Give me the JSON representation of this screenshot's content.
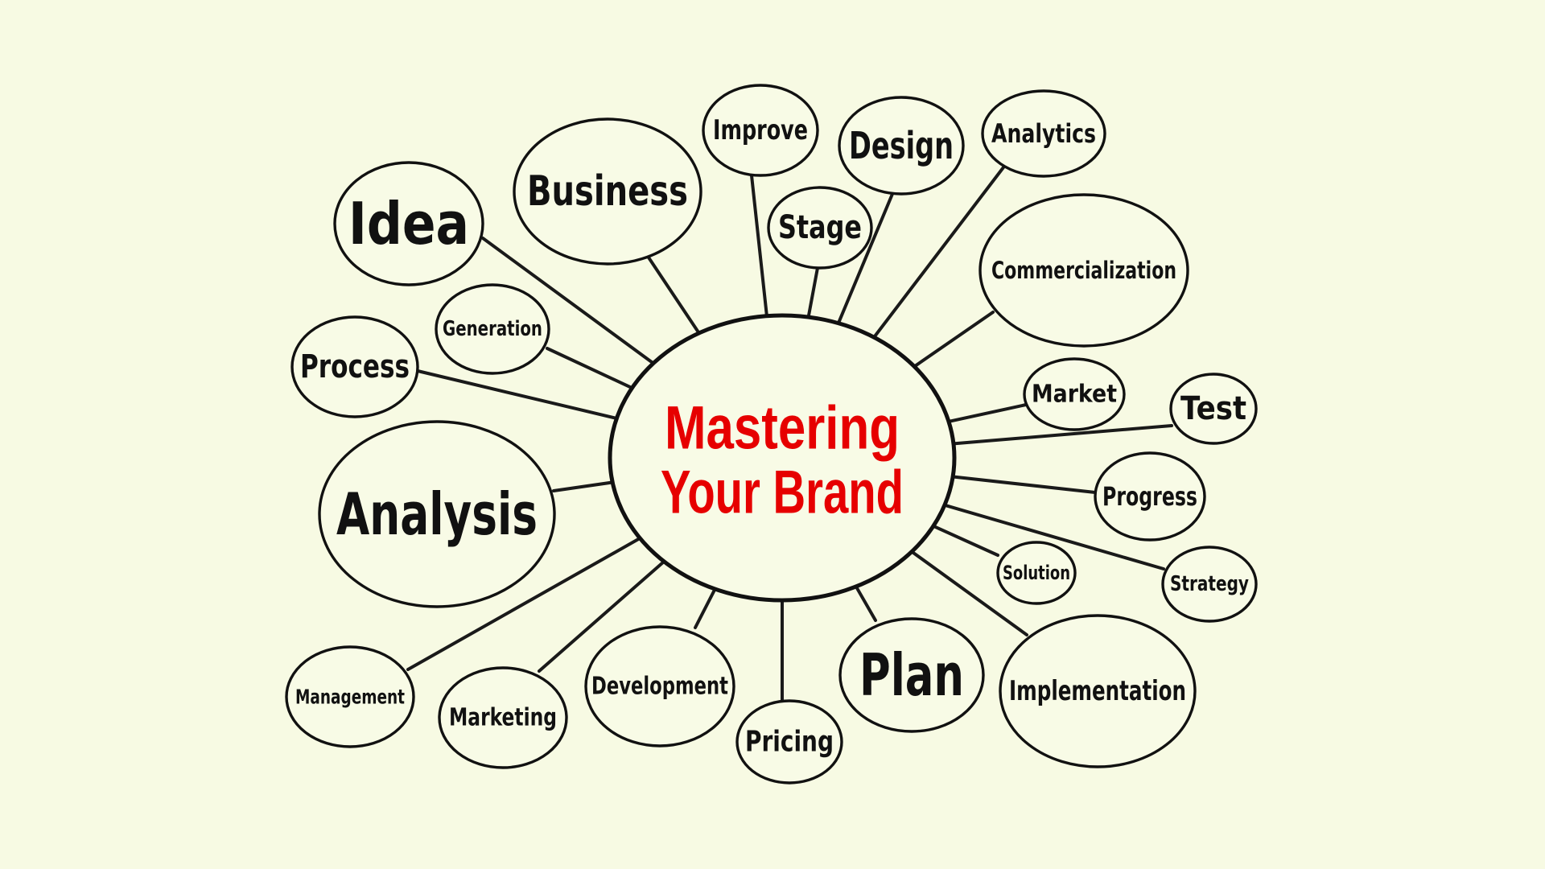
{
  "center": {
    "line1": "Mastering",
    "line2": "Your Brand",
    "color": "#e60000"
  },
  "colors": {
    "background": "#f7fae3",
    "ink": "#111111"
  },
  "nodes": [
    {
      "id": "idea",
      "label": "Idea"
    },
    {
      "id": "business",
      "label": "Business"
    },
    {
      "id": "improve",
      "label": "Improve"
    },
    {
      "id": "design",
      "label": "Design"
    },
    {
      "id": "analytics",
      "label": "Analytics"
    },
    {
      "id": "stage",
      "label": "Stage"
    },
    {
      "id": "commercialization",
      "label": "Commercialization"
    },
    {
      "id": "generation",
      "label": "Generation"
    },
    {
      "id": "process",
      "label": "Process"
    },
    {
      "id": "analysis",
      "label": "Analysis"
    },
    {
      "id": "market",
      "label": "Market"
    },
    {
      "id": "test",
      "label": "Test"
    },
    {
      "id": "progress",
      "label": "Progress"
    },
    {
      "id": "solution",
      "label": "Solution"
    },
    {
      "id": "strategy",
      "label": "Strategy"
    },
    {
      "id": "management",
      "label": "Management"
    },
    {
      "id": "marketing",
      "label": "Marketing"
    },
    {
      "id": "development",
      "label": "Development"
    },
    {
      "id": "pricing",
      "label": "Pricing"
    },
    {
      "id": "plan",
      "label": "Plan"
    },
    {
      "id": "implementation",
      "label": "Implementation"
    }
  ]
}
